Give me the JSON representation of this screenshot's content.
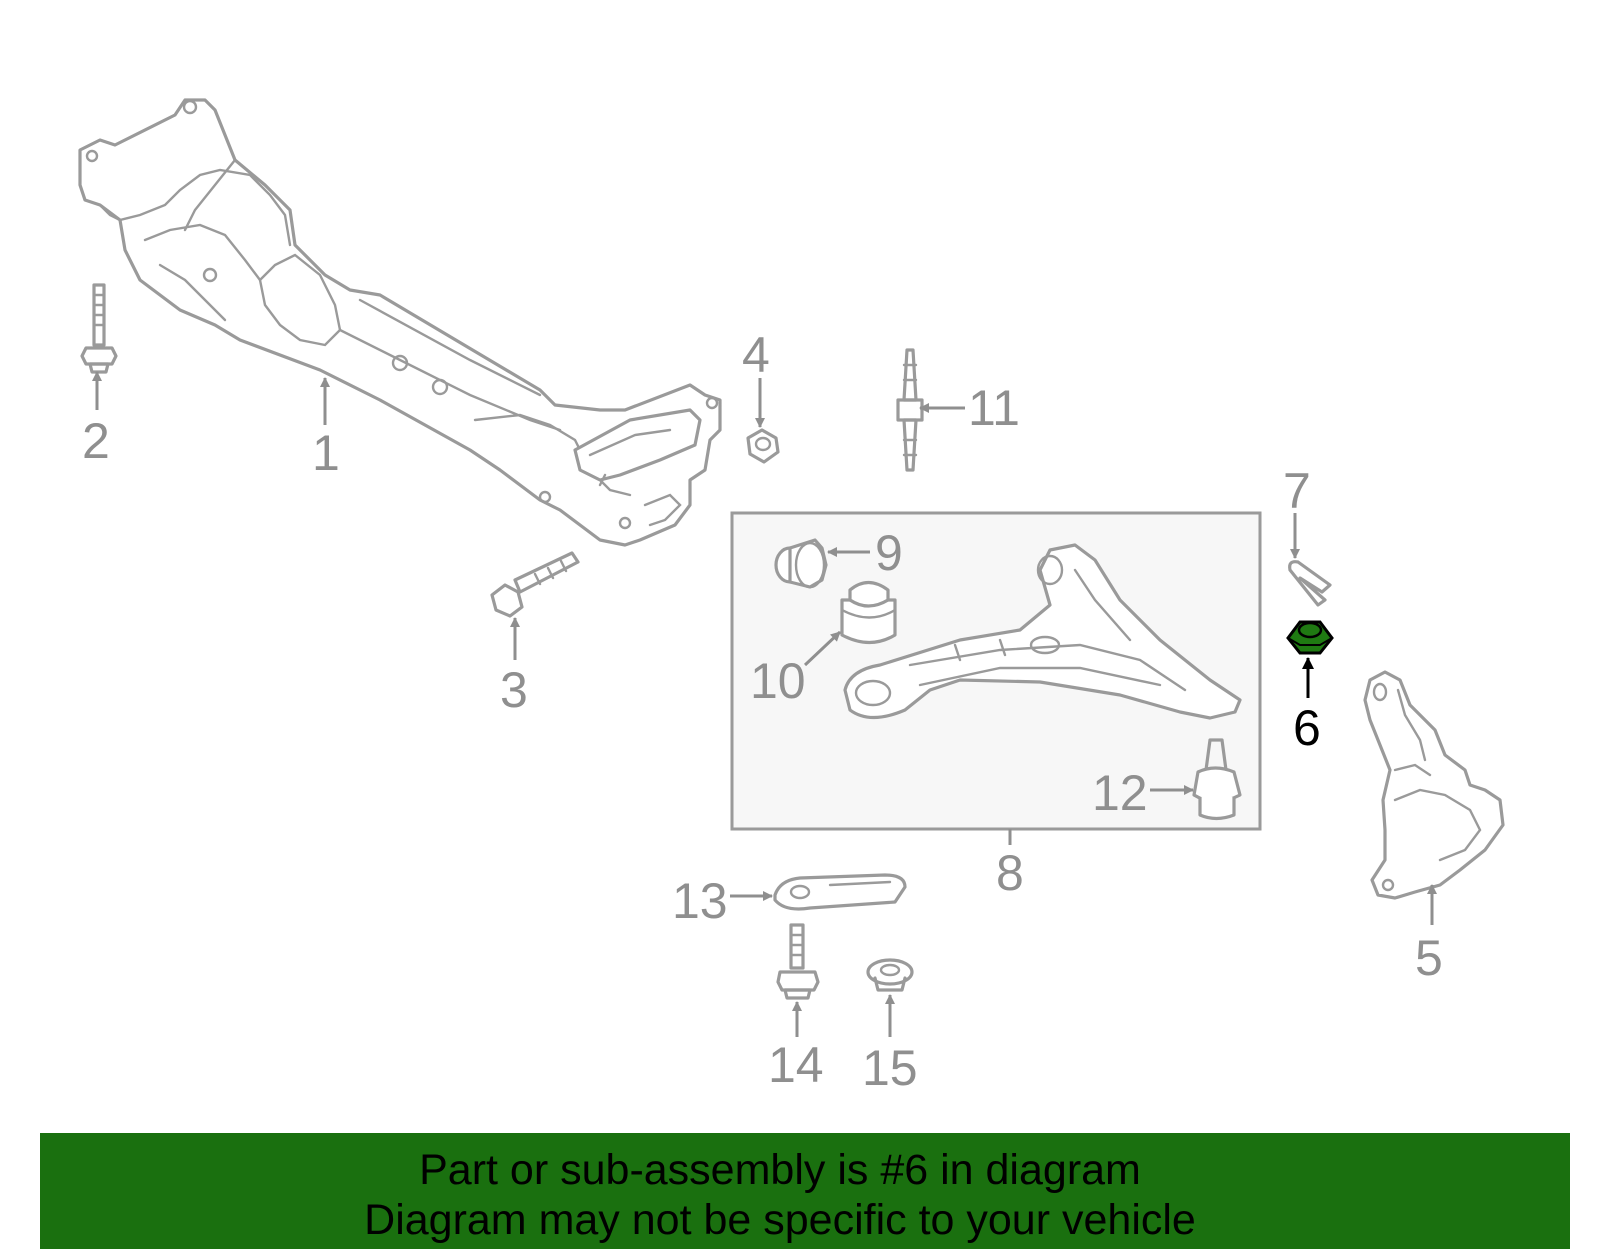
{
  "diagram": {
    "callouts": [
      {
        "id": "1",
        "text": "1"
      },
      {
        "id": "2",
        "text": "2"
      },
      {
        "id": "3",
        "text": "3"
      },
      {
        "id": "4",
        "text": "4"
      },
      {
        "id": "5",
        "text": "5"
      },
      {
        "id": "6",
        "text": "6"
      },
      {
        "id": "7",
        "text": "7"
      },
      {
        "id": "8",
        "text": "8"
      },
      {
        "id": "9",
        "text": "9"
      },
      {
        "id": "10",
        "text": "10"
      },
      {
        "id": "11",
        "text": "11"
      },
      {
        "id": "12",
        "text": "12"
      },
      {
        "id": "13",
        "text": "13"
      },
      {
        "id": "14",
        "text": "14"
      },
      {
        "id": "15",
        "text": "15"
      }
    ],
    "highlighted_part": "6"
  },
  "banner": {
    "line1": "Part or sub-assembly is #6 in diagram",
    "line2": "Diagram may not be specific to your vehicle"
  },
  "colors": {
    "banner": "#1a700f",
    "highlight_part": "#1f7a12",
    "linework": "#9a9a9a"
  }
}
